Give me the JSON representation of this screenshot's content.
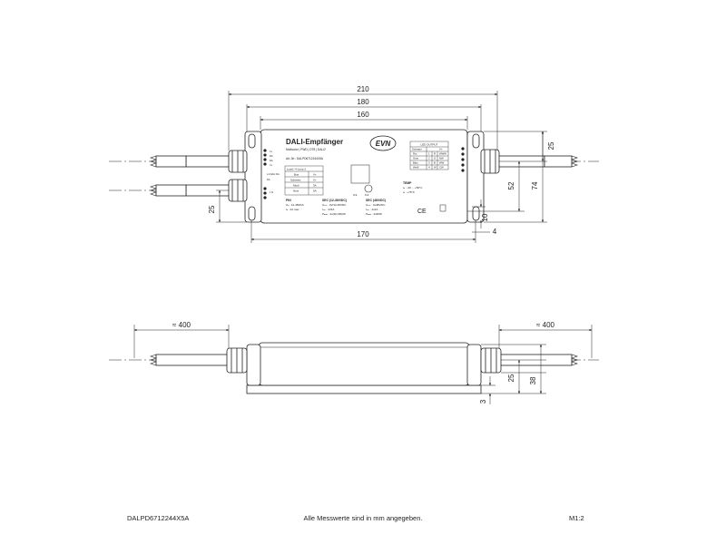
{
  "top_view": {
    "dimensions": {
      "overall_width": "210",
      "gland_width": "180",
      "housing_width": "160",
      "mount_pitch": "170",
      "offset_top": "25",
      "housing_height": "52",
      "overall_height": "74",
      "offset_bottom": "25",
      "slot_width": "10",
      "slot_depth": "4"
    },
    "label": {
      "title": "DALI-Empfänger",
      "subtitle": "Multicolor | PWD | DT8 | DALI2",
      "article": "Art.-Nr.: DALPD6712244X5A",
      "load_table": {
        "header": "Load / 4-Loop 2",
        "rows": [
          [
            "Bus",
            "V+"
          ],
          [
            "Schwarz",
            "V+"
          ],
          [
            "Modi",
            "3A"
          ],
          [
            "Netz",
            "5A"
          ]
        ]
      },
      "pin_header": "PIN",
      "pin_lines": [
        "Uₙ : 12-48VDC",
        "Iₙ : 4A max"
      ],
      "sec_header_1": "SEC (12-36V/DC)",
      "sec_lines_1": [
        "Uₒᵤₜ : 4V/12-36VDC",
        "Iₒᵤₜ : 4x5A",
        "Pₘₐₓ : 4x(20-180)W"
      ],
      "sec_header_2": "SEC (48V/DC)",
      "sec_lines_2": [
        "Uₒᵤₜ : 4x48V/DC",
        "Iₒᵤₜ : 4x2A",
        "Pₘₐₓ : 4x96W"
      ],
      "button_marks": [
        "0-9",
        "0-9"
      ],
      "led_output": {
        "header": "LED OUTPUT",
        "col_headers": [
          "Schwarz",
          "V+"
        ],
        "rows": [
          [
            "Rot",
            "1",
            "R",
            "WWW"
          ],
          [
            "Grün",
            "2",
            "G",
            "NW"
          ],
          [
            "Blau",
            "3",
            "B",
            "WW"
          ],
          [
            "Weiß",
            "4",
            "W",
            "CW"
          ]
        ]
      },
      "temp_header": "TEMP",
      "temp_lines": [
        "tₐ : -20 ... +50°C",
        "tₐ : +75°C"
      ],
      "input_labels": [
        "V+",
        "DA",
        "DA",
        "V+",
        "L N"
      ],
      "input_mid_lines": [
        "L1 DALI DA",
        "DA"
      ],
      "ce_mark": "CE"
    },
    "logo": "EVN"
  },
  "side_view": {
    "dimensions": {
      "cable_left": "≈ 400",
      "cable_right": "≈ 400",
      "height_25": "25",
      "height_38": "38",
      "plate": "3"
    }
  },
  "footer": {
    "part_number": "DALPD6712244X5A",
    "note": "Alle Messwerte sind in mm angegeben.",
    "scale": "M1:2"
  }
}
